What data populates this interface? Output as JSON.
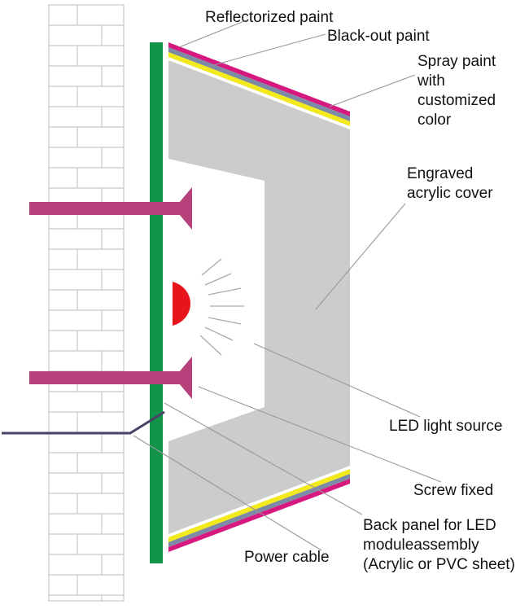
{
  "labels": {
    "reflectorized_paint": "Reflectorized paint",
    "blackout_paint": "Black-out paint",
    "spray_paint_line1": "Spray paint",
    "spray_paint_line2": "with",
    "spray_paint_line3": "customized",
    "spray_paint_line4": "color",
    "engraved_line1": "Engraved",
    "engraved_line2": "acrylic cover",
    "led_light_source": "LED light source",
    "screw_fixed": "Screw fixed",
    "back_panel_line1": "Back panel for LED",
    "back_panel_line2": "moduleassembly",
    "back_panel_line3": "(Acrylic or PVC sheet)",
    "power_cable": "Power cable"
  },
  "colors": {
    "wall_outline": "#c8c8c8",
    "back_panel": "#119447",
    "acrylic_face": "#cccccc",
    "reflectorized_stripe": "#d6187f",
    "blackout_stripe": "#7c8aa6",
    "spray_stripe": "#f2ea1c",
    "screw": "#b8417c",
    "led": "#e8141c",
    "cable": "#4a4266",
    "leader": "#999999"
  }
}
